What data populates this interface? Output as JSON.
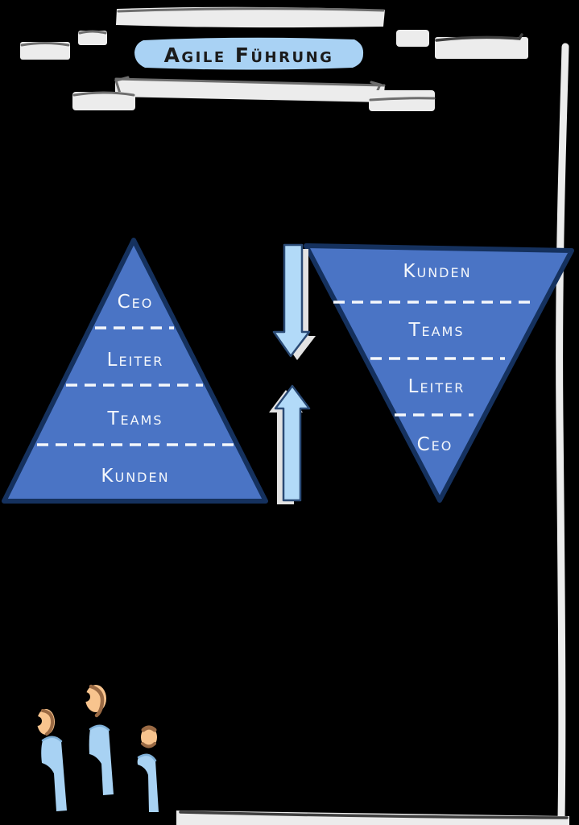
{
  "title": {
    "text": "Agile Führung"
  },
  "pyramids": {
    "left": {
      "levels": [
        "Ceo",
        "Leiter",
        "Teams",
        "Kunden"
      ]
    },
    "right": {
      "levels": [
        "Kunden",
        "Teams",
        "Leiter",
        "Ceo"
      ]
    }
  },
  "icons": {
    "down_arrow": "thick-arrow-down",
    "up_arrow": "thick-arrow-up",
    "figures": "three-sketched-people"
  },
  "figures": {
    "count": 3
  },
  "colors": {
    "background": "#000000",
    "board_gray": "#ececec",
    "board_edge": "#6e6e6e",
    "board_edge_dark": "#3f3f3f",
    "title_highlight": "#a9d2f4",
    "title_text": "#1b1b1b",
    "pyramid_fill": "#4a74c5",
    "pyramid_border": "#15315e",
    "pyramid_text": "#f4f7fb",
    "arrow_fill": "#b2daf8",
    "arrow_border": "#2a4a75",
    "arrow_shadow": "#e3e3e3",
    "head_skin": "#f8c48e",
    "head_shade": "#9a6a44",
    "body_blue": "#a8d2f3",
    "body_edge": "#7fb0d8"
  }
}
